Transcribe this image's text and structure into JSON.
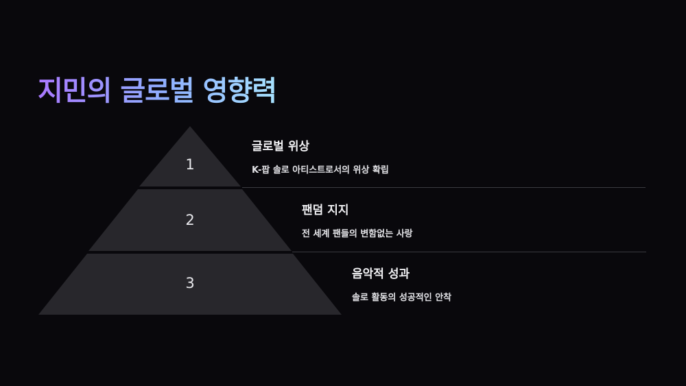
{
  "title": "지민의 글로벌 영향력",
  "tiers": [
    {
      "number": "1",
      "title": "글로벌 위상",
      "description": "K-팝 솔로 아티스트로서의 위상 확립"
    },
    {
      "number": "2",
      "title": "팬덤 지지",
      "description": "전 세계 팬들의 변함없는 사랑"
    },
    {
      "number": "3",
      "title": "음악적 성과",
      "description": "솔로 활동의 성공적인 안착"
    }
  ],
  "colors": {
    "background": "#09080c",
    "tier_fill": "#28272c",
    "divider": "#3a3a40",
    "title_gradient": [
      "#a979ff",
      "#8fb1ff",
      "#a7e2ff"
    ]
  }
}
